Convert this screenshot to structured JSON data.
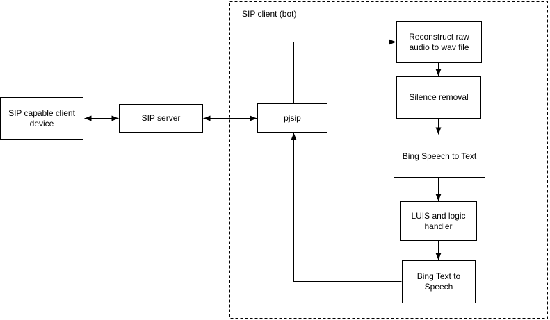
{
  "diagram": {
    "container": {
      "label": "SIP client (bot)"
    },
    "nodes": {
      "client_device": {
        "label": "SIP capable client device"
      },
      "sip_server": {
        "label": "SIP server"
      },
      "pjsip": {
        "label": "pjsip"
      },
      "reconstruct": {
        "label": "Reconstruct raw audio to wav file"
      },
      "silence_removal": {
        "label": "Silence removal"
      },
      "speech_to_text": {
        "label": "Bing Speech to Text"
      },
      "luis": {
        "label": "LUIS and logic handler"
      },
      "text_to_speech": {
        "label": "Bing Text to Speech"
      }
    },
    "edges": [
      {
        "from": "SIP capable client device",
        "to": "SIP server",
        "direction": "bidirectional"
      },
      {
        "from": "SIP server",
        "to": "pjsip",
        "direction": "bidirectional"
      },
      {
        "from": "pjsip",
        "to": "Reconstruct raw audio to wav file",
        "direction": "one-way"
      },
      {
        "from": "Reconstruct raw audio to wav file",
        "to": "Silence removal",
        "direction": "one-way"
      },
      {
        "from": "Silence removal",
        "to": "Bing Speech to Text",
        "direction": "one-way"
      },
      {
        "from": "Bing Speech to Text",
        "to": "LUIS and logic handler",
        "direction": "one-way"
      },
      {
        "from": "LUIS and logic handler",
        "to": "Bing Text to Speech",
        "direction": "one-way"
      },
      {
        "from": "Bing Text to Speech",
        "to": "pjsip",
        "direction": "one-way"
      }
    ],
    "colors": {
      "stroke": "#000000",
      "text": "#000000",
      "background": "#ffffff"
    }
  }
}
